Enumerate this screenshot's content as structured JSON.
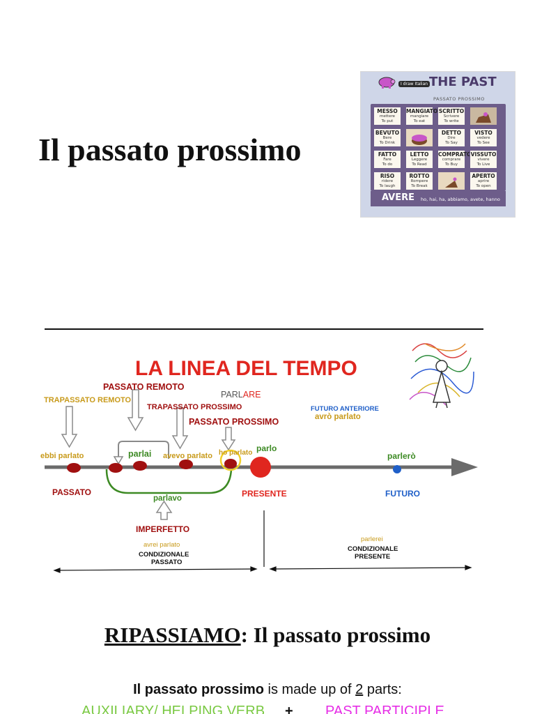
{
  "title": "Il passato prossimo",
  "past_card": {
    "brand": "I draw Italian",
    "heading": "THE PAST",
    "subheading": "PASSATO PROSSIMO",
    "cells": [
      {
        "word": "MESSO",
        "it": "mettere",
        "en": "To put"
      },
      {
        "word": "MANGIATO",
        "it": "mangiare",
        "en": "To eat"
      },
      {
        "word": "SCRITTO",
        "it": "Scrivere",
        "en": "To write"
      },
      {
        "word": "",
        "it": "",
        "en": ""
      },
      {
        "word": "BEVUTO",
        "it": "Bere",
        "en": "To Drink"
      },
      {
        "word": "",
        "it": "",
        "en": ""
      },
      {
        "word": "DETTO",
        "it": "Dire",
        "en": "To Say"
      },
      {
        "word": "VISTO",
        "it": "vedere",
        "en": "To See"
      },
      {
        "word": "FATTO",
        "it": "Fare",
        "en": "To do"
      },
      {
        "word": "LETTO",
        "it": "Leggere",
        "en": "To Read"
      },
      {
        "word": "COMPRATO",
        "it": "comprare",
        "en": "To Buy"
      },
      {
        "word": "VISSUTO",
        "it": "vivere",
        "en": "To Live"
      },
      {
        "word": "RISO",
        "it": "ridere",
        "en": "To laugh"
      },
      {
        "word": "ROTTO",
        "it": "Rompere",
        "en": "To Break"
      },
      {
        "word": "",
        "it": "",
        "en": ""
      },
      {
        "word": "APERTO",
        "it": "aprire",
        "en": "To open"
      }
    ],
    "footer_label": "AVERE",
    "footer_forms": "ho, hai, ha, abbiamo, avete, hanno",
    "colors": {
      "bg": "#cfd6e8",
      "box": "#6d5d8a",
      "pink": "#c855c8"
    }
  },
  "timeline": {
    "heading": "LA LINEA DEL TEMPO",
    "verb_prefix": "PARL",
    "verb_suffix": "ARE",
    "labels": {
      "passato_remoto": "PASSATO REMOTO",
      "trapassato_remoto": "TRAPASSATO REMOTO",
      "trapassato_prossimo": "TRAPASSATO PROSSIMO",
      "passato_prossimo": "PASSATO PROSSIMO",
      "futuro_anteriore": "FUTURO ANTERIORE",
      "avro_parlato": "avrò parlato",
      "ebbi_parlato": "ebbi parlato",
      "parlai": "parlai",
      "avevo_parlato": "avevo parlato",
      "ho_parlato": "ho parlato",
      "parlo": "parlo",
      "parlero": "parlerò",
      "passato": "PASSATO",
      "presente": "PRESENTE",
      "futuro": "FUTURO",
      "parlavo": "parlavo",
      "imperfetto": "IMPERFETTO",
      "avrei_parlato": "avrei parlato",
      "condizionale_passato_1": "CONDIZIONALE",
      "condizionale_passato_2": "PASSATO",
      "parlerei": "parlerei",
      "condizionale_presente_1": "CONDIZIONALE",
      "condizionale_presente_2": "PRESENTE"
    },
    "colors": {
      "red": "#e0261f",
      "dark_red": "#a01010",
      "gold": "#c89a1a",
      "green": "#3d8a24",
      "blue": "#1f5fc8",
      "gray": "#6b6b6b"
    }
  },
  "review": {
    "title_underlined": "RIPASSIAMO",
    "title_rest": ": Il passato prossimo",
    "intro_bold": "Il passato prossimo",
    "intro_mid": " is made up of ",
    "intro_number": "2",
    "intro_end": " parts:",
    "part1": "AUXILIARY/ HELPING VERB",
    "plus": "+",
    "part2": "PAST PARTICIPLE",
    "colors": {
      "part1": "#7ac943",
      "part2": "#e62ee6"
    }
  }
}
